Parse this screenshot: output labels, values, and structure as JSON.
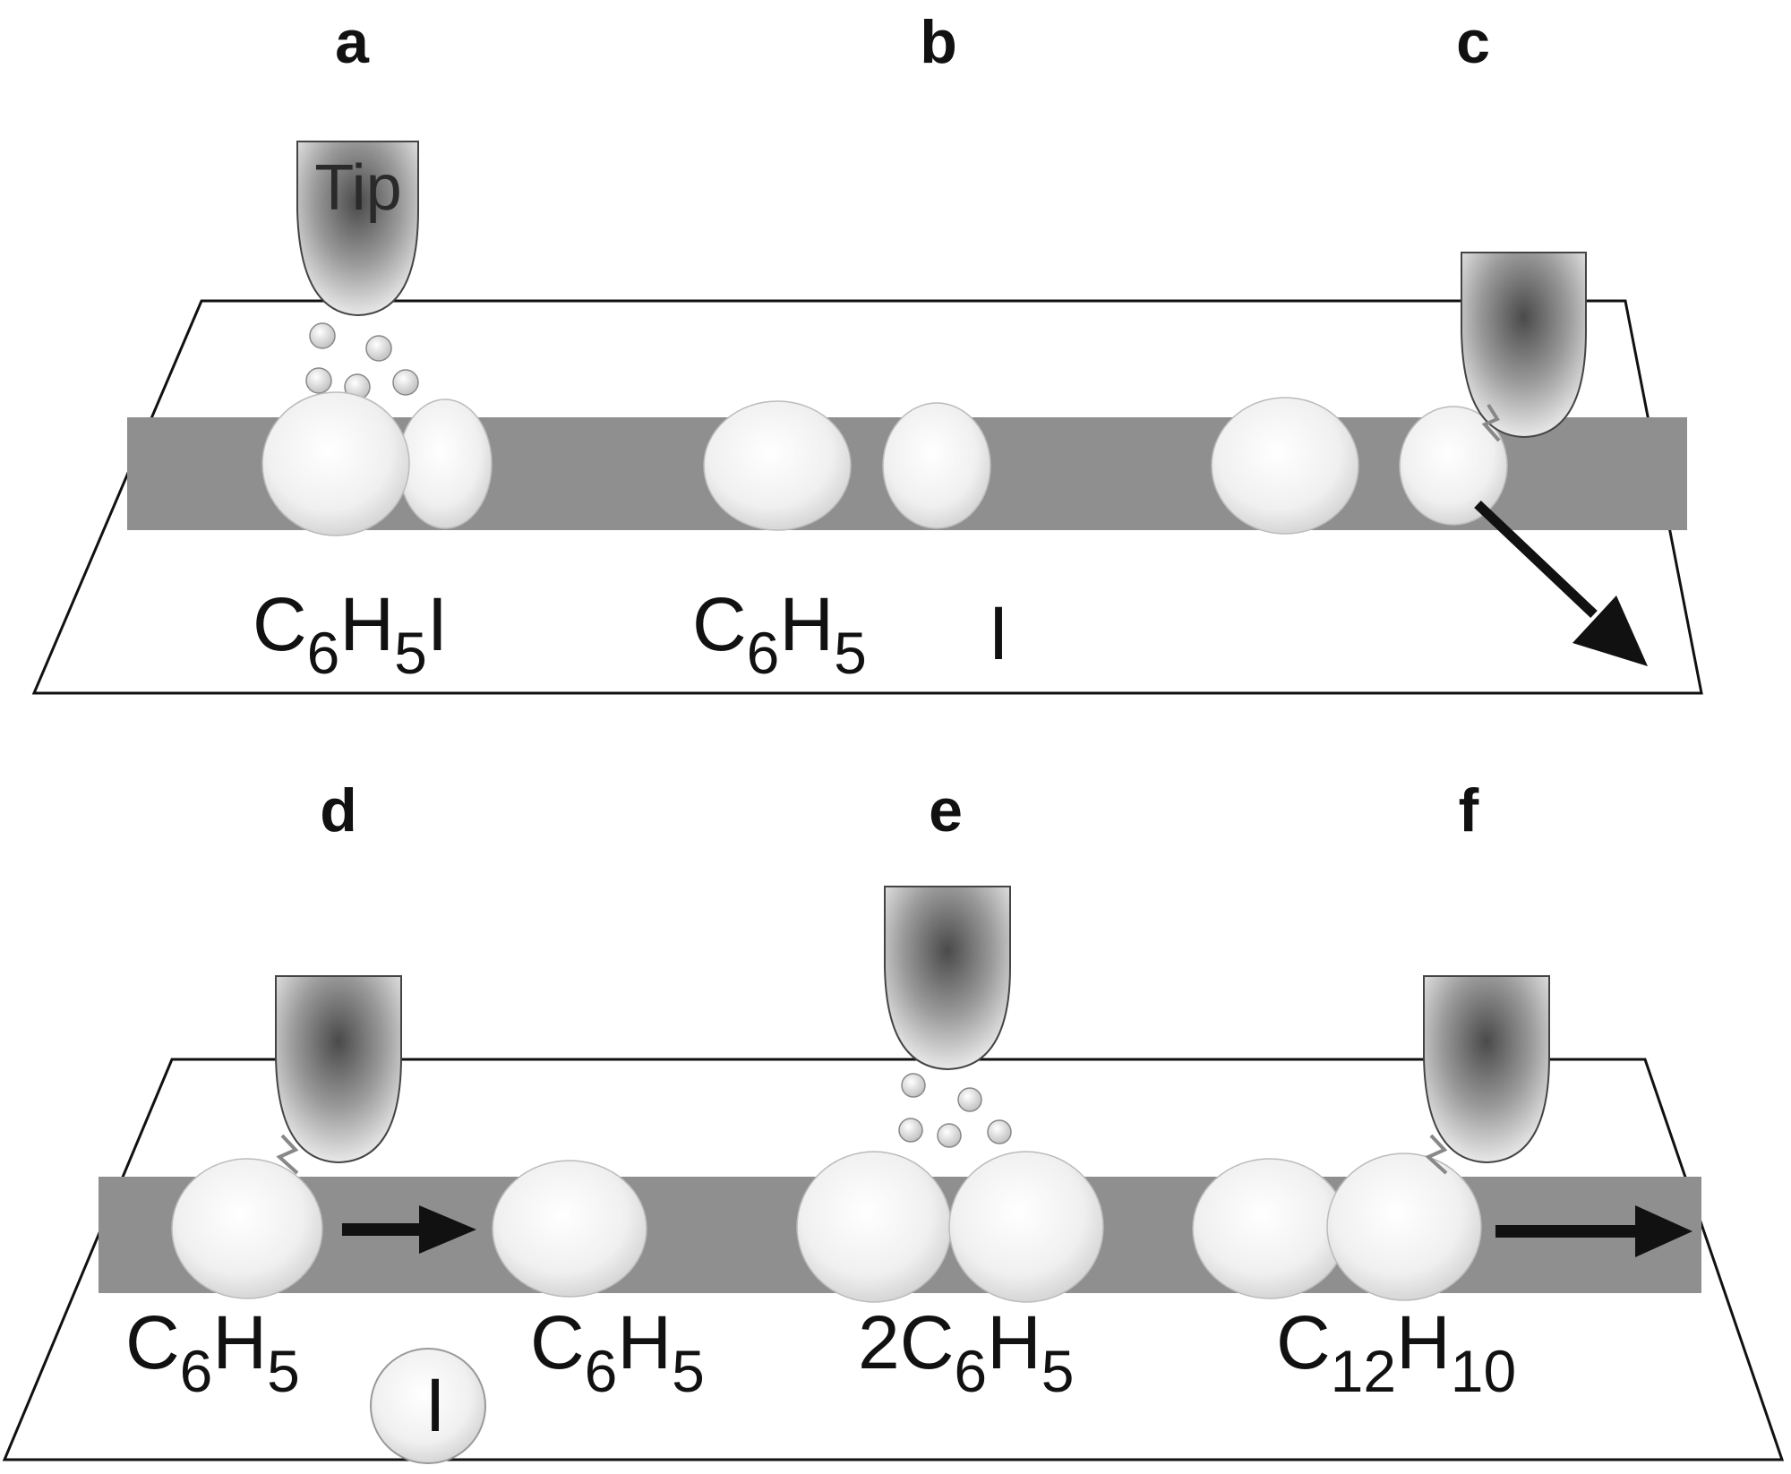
{
  "panels": [
    {
      "label": "a",
      "formula": {
        "main": "C",
        "s1": "6",
        "m2": "H",
        "s2": "5",
        "tail": "I"
      }
    },
    {
      "label": "b",
      "formula": {
        "main": "C",
        "s1": "6",
        "m2": "H",
        "s2": "5"
      },
      "extra_label": "I"
    },
    {
      "label": "c"
    },
    {
      "label": "d",
      "formula": {
        "main": "C",
        "s1": "6",
        "m2": "H",
        "s2": "5"
      },
      "iodine": "I"
    },
    {
      "label": "e",
      "formula": {
        "main": "2C",
        "s1": "6",
        "m2": "H",
        "s2": "5"
      }
    },
    {
      "label": "f",
      "formula": {
        "main": "C",
        "s1": "12",
        "m2": "H",
        "s2": "10"
      }
    }
  ],
  "d_second_formula": {
    "main": "C",
    "s1": "6",
    "m2": "H",
    "s2": "5"
  },
  "tip_label": "Tip",
  "colors": {
    "stripe": "#8f8f8f",
    "sphere": "#efefef",
    "outline": "#111111",
    "tip_dark": "#555555"
  }
}
